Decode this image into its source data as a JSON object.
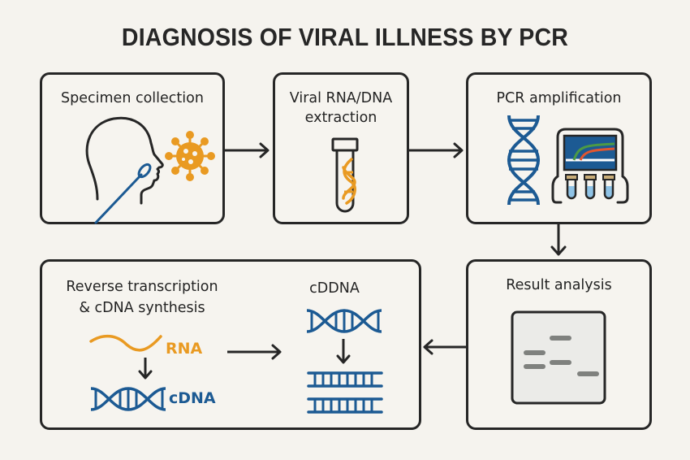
{
  "title": "DIAGNOSIS OF VIRAL ILLNESS BY PCR",
  "colors": {
    "outline": "#262626",
    "blue": "#1c5a93",
    "orange": "#e99a22",
    "screen": "#1c5a93",
    "curve_green": "#4c9a45",
    "curve_red": "#e2562f",
    "gel_bg": "#ebebe8",
    "gel_band": "#7f817e",
    "background": "#f5f3ee"
  },
  "steps": [
    {
      "id": "specimen-collection",
      "label": "Specimen collection",
      "icons": [
        "head-profile-icon",
        "swab-icon",
        "virus-icon"
      ]
    },
    {
      "id": "extraction",
      "label_line1": "Viral RNA/DNA",
      "label_line2": "extraction",
      "icons": [
        "test-tube-icon",
        "dna-icon"
      ]
    },
    {
      "id": "pcr-amplification",
      "label": "PCR amplification",
      "icons": [
        "dna-helix-icon",
        "thermocycler-icon"
      ]
    },
    {
      "id": "reverse-transcription",
      "label_line1": "Reverse transcription",
      "label_line2": "& cDNA synthesis",
      "rna_label": "RNA",
      "cdna_label": "cDNA",
      "product_label": "cDDNA",
      "icons": [
        "rna-strand-icon",
        "dna-helix-icon",
        "double-strand-icon"
      ]
    },
    {
      "id": "result-analysis",
      "label": "Result analysis",
      "icons": [
        "gel-electrophoresis-icon"
      ]
    }
  ],
  "flow": [
    "Specimen collection → Viral RNA/DNA extraction",
    "Viral RNA/DNA extraction → PCR amplification",
    "PCR amplification → Result analysis",
    "Result analysis → Reverse transcription & cDNA synthesis"
  ]
}
